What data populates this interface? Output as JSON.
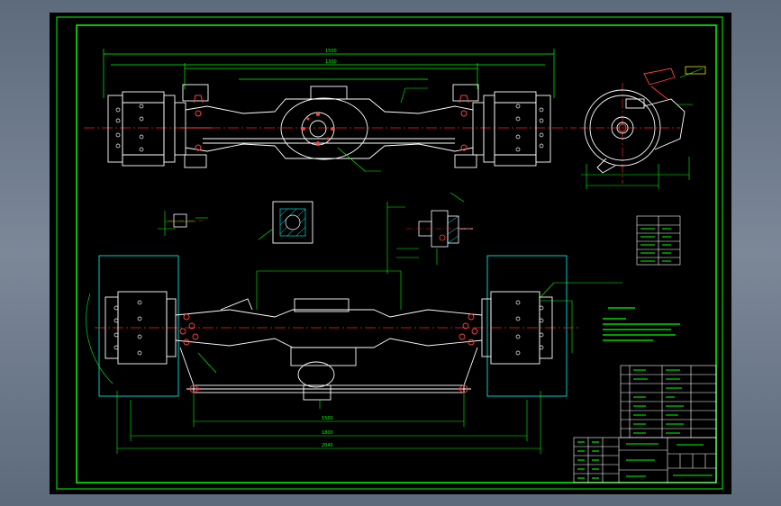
{
  "drawing": {
    "colors": {
      "background": "#000000",
      "frame": "#00ff00",
      "outline": "#ffffff",
      "centerline": "#ff2020",
      "dimension": "#00ff00",
      "hatch": "#00ffff",
      "part": "#ff4040",
      "note": "#ffff00"
    },
    "icons": {
      "frame": "drawing-frame",
      "top-view": "axle-assembly-front-view",
      "side-view": "axle-end-side-view",
      "section": "section-view",
      "plan-view": "axle-assembly-plan-view",
      "title-block": "title-block-table"
    }
  }
}
